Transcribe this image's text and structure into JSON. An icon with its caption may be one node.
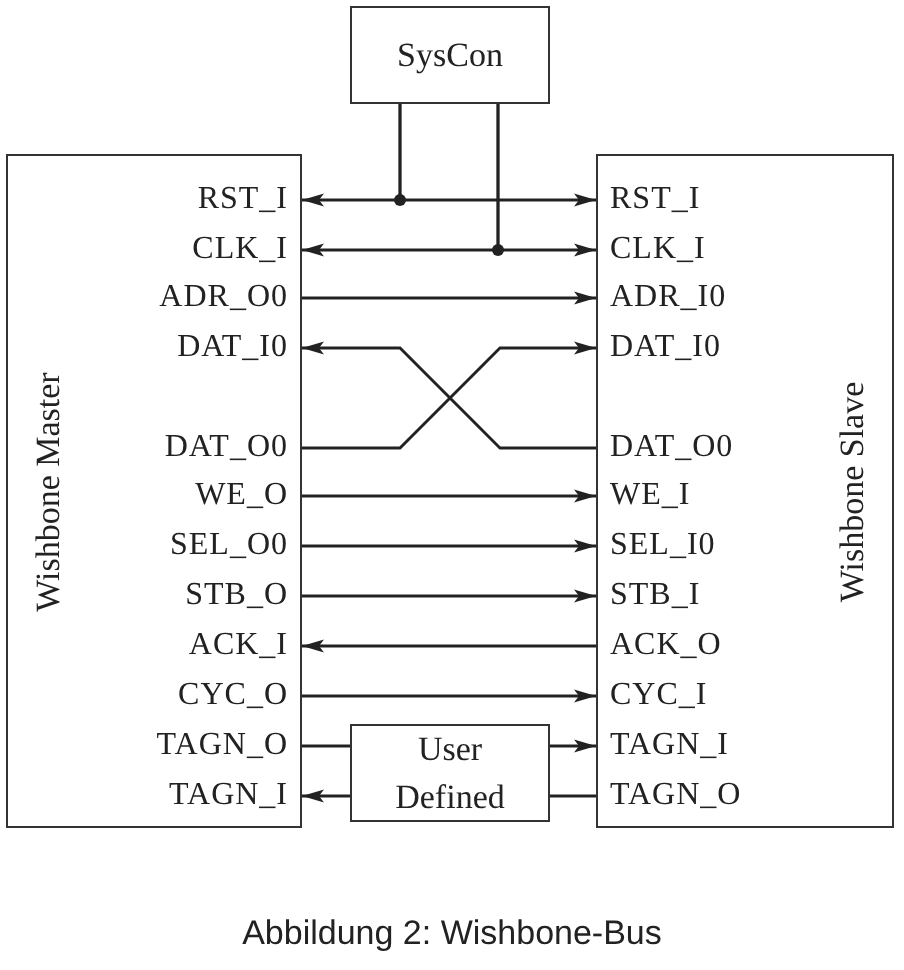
{
  "diagram": {
    "caption": "Abbildung 2: Wishbone-Bus",
    "nodes": [
      {
        "text": [
          "SysCon"
        ]
      },
      {
        "text": [
          "Wishbone Master"
        ]
      },
      {
        "text": [
          "RST_I"
        ],
        "in": 1
      },
      {
        "text": [
          "CLK_I"
        ],
        "in": 1
      },
      {
        "text": [
          "ADR_O0"
        ],
        "in": 1
      },
      {
        "text": [
          "DAT_I0"
        ],
        "in": 1
      },
      {
        "text": [
          "DAT_O0"
        ],
        "in": 1
      },
      {
        "text": [
          "WE_O"
        ],
        "in": 1
      },
      {
        "text": [
          "SEL_O0"
        ],
        "in": 1
      },
      {
        "text": [
          "STB_O"
        ],
        "in": 1
      },
      {
        "text": [
          "ACK_I"
        ],
        "in": 1
      },
      {
        "text": [
          "CYC_O"
        ],
        "in": 1
      },
      {
        "text": [
          "TAGN_O"
        ],
        "in": 1
      },
      {
        "text": [
          "TAGN_I"
        ],
        "in": 1
      },
      {
        "text": [
          "Wishbone Slave"
        ]
      },
      {
        "text": [
          "RST_I"
        ],
        "in": 14
      },
      {
        "text": [
          "CLK_I"
        ],
        "in": 14
      },
      {
        "text": [
          "ADR_I0"
        ],
        "in": 14
      },
      {
        "text": [
          "DAT_I0"
        ],
        "in": 14
      },
      {
        "text": [
          "DAT_O0"
        ],
        "in": 14
      },
      {
        "text": [
          "WE_I"
        ],
        "in": 14
      },
      {
        "text": [
          "SEL_I0"
        ],
        "in": 14
      },
      {
        "text": [
          "STB_I"
        ],
        "in": 14
      },
      {
        "text": [
          "ACK_O"
        ],
        "in": 14
      },
      {
        "text": [
          "CYC_I"
        ],
        "in": 14
      },
      {
        "text": [
          "TAGN_I"
        ],
        "in": 14
      },
      {
        "text": [
          "TAGN_O"
        ],
        "in": 14
      },
      {
        "text": [
          "User Defined"
        ]
      }
    ],
    "edges": [
      {
        "from": 0,
        "to": 2,
        "arrow": "to"
      },
      {
        "from": 0,
        "to": 15,
        "arrow": "to"
      },
      {
        "from": 0,
        "to": 3,
        "arrow": "to"
      },
      {
        "from": 0,
        "to": 16,
        "arrow": "to"
      },
      {
        "from": 4,
        "to": 17,
        "arrow": "to"
      },
      {
        "from": 19,
        "to": 5,
        "arrow": "to"
      },
      {
        "from": 6,
        "to": 18,
        "arrow": "to"
      },
      {
        "from": 7,
        "to": 20,
        "arrow": "to"
      },
      {
        "from": 8,
        "to": 21,
        "arrow": "to"
      },
      {
        "from": 9,
        "to": 22,
        "arrow": "to"
      },
      {
        "from": 23,
        "to": 10,
        "arrow": "to"
      },
      {
        "from": 11,
        "to": 24,
        "arrow": "to"
      },
      {
        "from": 12,
        "to": 27,
        "arrow": "none"
      },
      {
        "from": 27,
        "to": 25,
        "arrow": "to"
      },
      {
        "from": 26,
        "to": 27,
        "arrow": "none"
      },
      {
        "from": 27,
        "to": 13,
        "arrow": "to"
      }
    ]
  }
}
